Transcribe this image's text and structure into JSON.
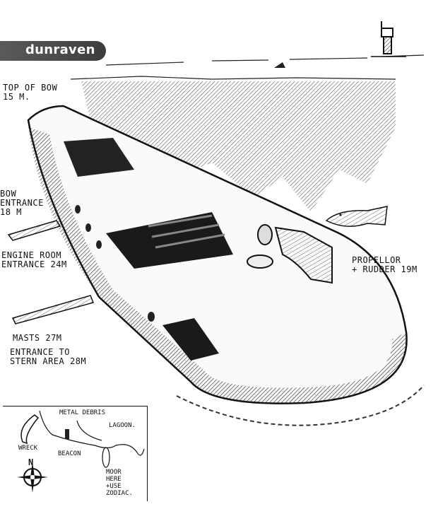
{
  "title": "dunraven",
  "labels": {
    "top_of_bow": "TOP OF BOW\n15 M.",
    "bow_entrance": "BOW\nENTRANCE\n18 M",
    "engine_room": "ENGINE ROOM\nENTRANCE 24M",
    "masts": "MASTS 27M",
    "stern_entrance": "ENTRANCE TO\nSTERN AREA 28M",
    "propeller": "PROPELLOR\n+ RUDDER 19M"
  },
  "map": {
    "metal_debris": "METAL DEBRIS",
    "lagoon": "LAGOON.",
    "wreck": "WRECK",
    "beacon": "BEACON",
    "moor": "MOOR\nHERE\n+USE\nZODIAC.",
    "north": "N"
  },
  "colors": {
    "pill": "#4a4a4a",
    "ink": "#111111",
    "hatch": "#555555"
  }
}
